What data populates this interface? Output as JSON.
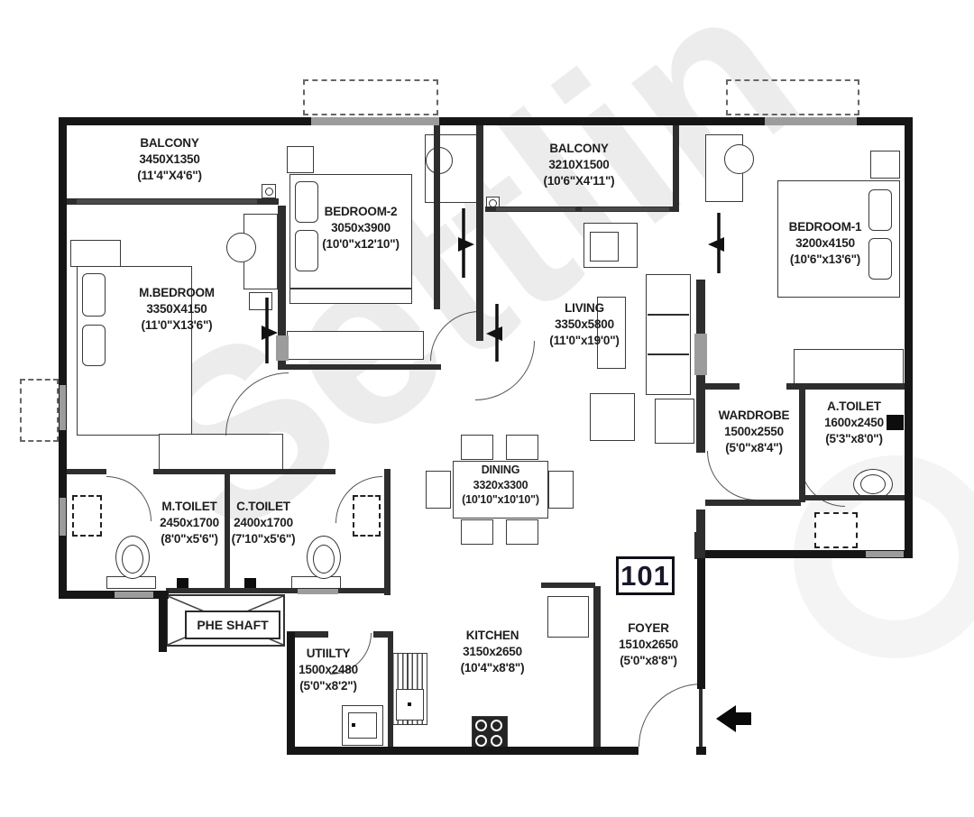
{
  "rooms": {
    "balcony1": {
      "name": "BALCONY",
      "mm": "3450X1350",
      "ft": "(11'4\"X4'6\")"
    },
    "m_bedroom": {
      "name": "M.BEDROOM",
      "mm": "3350X4150",
      "ft": "(11'0\"X13'6\")"
    },
    "bedroom2": {
      "name": "BEDROOM-2",
      "mm": "3050x3900",
      "ft": "(10'0\"x12'10\")"
    },
    "balcony2": {
      "name": "BALCONY",
      "mm": "3210X1500",
      "ft": "(10'6\"X4'11\")"
    },
    "bedroom1": {
      "name": "BEDROOM-1",
      "mm": "3200x4150",
      "ft": "(10'6\"x13'6\")"
    },
    "living": {
      "name": "LIVING",
      "mm": "3350x5800",
      "ft": "(11'0\"x19'0\")"
    },
    "wardrobe": {
      "name": "WARDROBE",
      "mm": "1500x2550",
      "ft": "(5'0\"x8'4\")"
    },
    "a_toilet": {
      "name": "A.TOILET",
      "mm": "1600x2450",
      "ft": "(5'3\"x8'0\")"
    },
    "dining": {
      "name": "DINING",
      "mm": "3320x3300",
      "ft": "(10'10\"x10'10\")"
    },
    "m_toilet": {
      "name": "M.TOILET",
      "mm": "2450x1700",
      "ft": "(8'0\"x5'6\")"
    },
    "c_toilet": {
      "name": "C.TOILET",
      "mm": "2400x1700",
      "ft": "(7'10\"x5'6\")"
    },
    "utility": {
      "name": "UTIILTY",
      "mm": "1500x2480",
      "ft": "(5'0\"x8'2\")"
    },
    "kitchen": {
      "name": "KITCHEN",
      "mm": "3150x2650",
      "ft": "(10'4\"x8'8\")"
    },
    "foyer": {
      "name": "FOYER",
      "mm": "1510x2650",
      "ft": "(5'0\"x8'8\")"
    }
  },
  "labels": {
    "phe_shaft": "PHE SHAFT",
    "unit_number": "101",
    "watermark": "Settlin"
  },
  "colors": {
    "walls": "#161616",
    "windows": "#9c9c9c",
    "paper": "#ffffff",
    "watermark": "rgba(70,70,70,0.10)"
  }
}
